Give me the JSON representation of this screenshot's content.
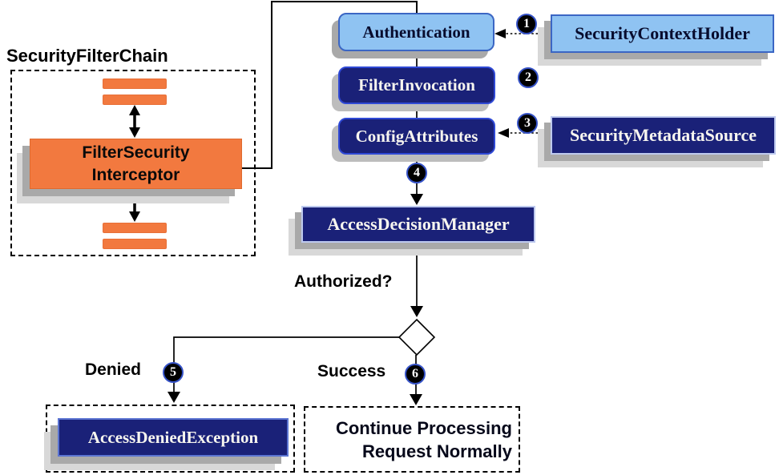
{
  "colors": {
    "orange": "#f2793f",
    "light_blue": "#8fc3f2",
    "navy": "#1a2178",
    "blue_border": "#3b66c4",
    "navy_border": "#2f49d6",
    "pale_border": "#bdc9ee",
    "ade_border": "#5b74d2",
    "shadow_dark": "#a9a9a9",
    "shadow_light": "#d8d8d8",
    "text_dark": "#080c2e",
    "text_light": "#f7f5ef",
    "line": "#000000"
  },
  "filter_chain": {
    "title": "SecurityFilterChain",
    "interceptor_line1": "FilterSecurity",
    "interceptor_line2": "Interceptor"
  },
  "nodes": {
    "authentication": "Authentication",
    "security_context_holder": "SecurityContextHolder",
    "filter_invocation": "FilterInvocation",
    "config_attributes": "ConfigAttributes",
    "security_metadata_source": "SecurityMetadataSource",
    "access_decision_manager": "AccessDecisionManager",
    "access_denied_exception": "AccessDeniedException"
  },
  "outcomes": {
    "continue_line1": "Continue Processing",
    "continue_line2": "Request Normally"
  },
  "labels": {
    "authorized": "Authorized?",
    "denied": "Denied",
    "success": "Success"
  },
  "steps": {
    "1": "1",
    "2": "2",
    "3": "3",
    "4": "4",
    "5": "5",
    "6": "6"
  }
}
